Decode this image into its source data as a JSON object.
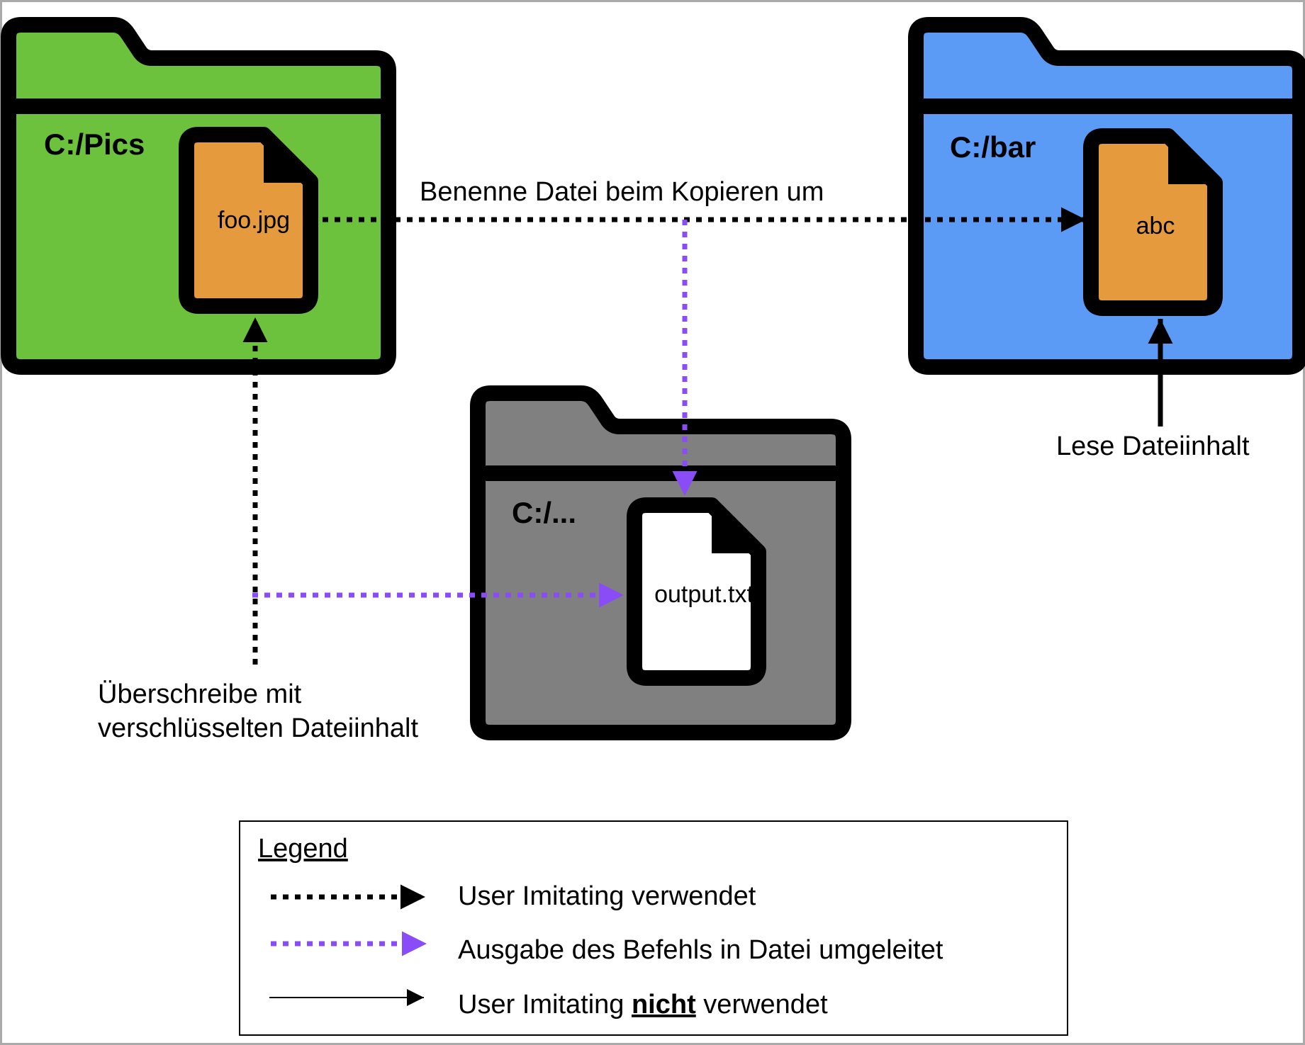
{
  "folders": {
    "pics": {
      "path": "C:/Pics",
      "file": "foo.jpg",
      "color": "#6dc23d",
      "file_color": "#e69a3e"
    },
    "bar": {
      "path": "C:/bar",
      "file": "abc",
      "color": "#5b9bf5",
      "file_color": "#e69a3e"
    },
    "out": {
      "path": "C:/...",
      "file": "output.txt",
      "color": "#808080",
      "file_color": "#ffffff"
    }
  },
  "labels": {
    "rename": "Benenne Datei beim Kopieren um",
    "read": "Lese Dateiinhalt",
    "overwrite_line1": "Überschreibe mit",
    "overwrite_line2": "verschlüsselten Dateiinhalt"
  },
  "legend": {
    "title": "Legend",
    "item1": "User Imitating verwendet",
    "item2": "Ausgabe des Befehls in Datei umgeleitet",
    "item3_pre": "User Imitating ",
    "item3_bold": "nicht",
    "item3_post": " verwendet"
  },
  "colors": {
    "black_arrow": "#000000",
    "purple_arrow": "#8a4cf6"
  }
}
